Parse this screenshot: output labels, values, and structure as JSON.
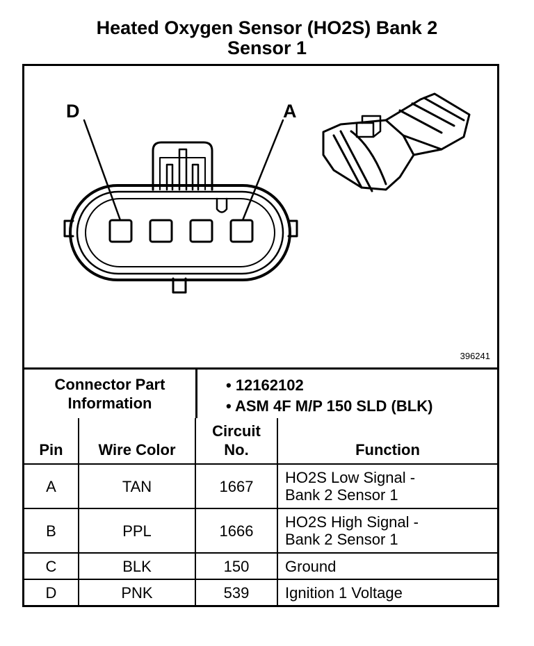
{
  "title_line1": "Heated Oxygen Sensor (HO2S) Bank 2",
  "title_line2": "Sensor 1",
  "diagram": {
    "pin_label_left": "D",
    "pin_label_right": "A",
    "figure_number": "396241"
  },
  "connector_info": {
    "label_line1": "Connector Part",
    "label_line2": "Information",
    "items": [
      "• 12162102",
      "• ASM 4F M/P 150 SLD (BLK)"
    ]
  },
  "table": {
    "headers": {
      "pin": "Pin",
      "wire_color": "Wire Color",
      "circuit_line1": "Circuit",
      "circuit_line2": "No.",
      "function": "Function"
    },
    "rows": [
      {
        "pin": "A",
        "color": "TAN",
        "circuit": "1667",
        "function_line1": "HO2S Low Signal -",
        "function_line2": "Bank 2 Sensor 1"
      },
      {
        "pin": "B",
        "color": "PPL",
        "circuit": "1666",
        "function_line1": "HO2S High Signal -",
        "function_line2": "Bank 2 Sensor 1"
      },
      {
        "pin": "C",
        "color": "BLK",
        "circuit": "150",
        "function_line1": "Ground",
        "function_line2": ""
      },
      {
        "pin": "D",
        "color": "PNK",
        "circuit": "539",
        "function_line1": "Ignition 1 Voltage",
        "function_line2": ""
      }
    ]
  }
}
